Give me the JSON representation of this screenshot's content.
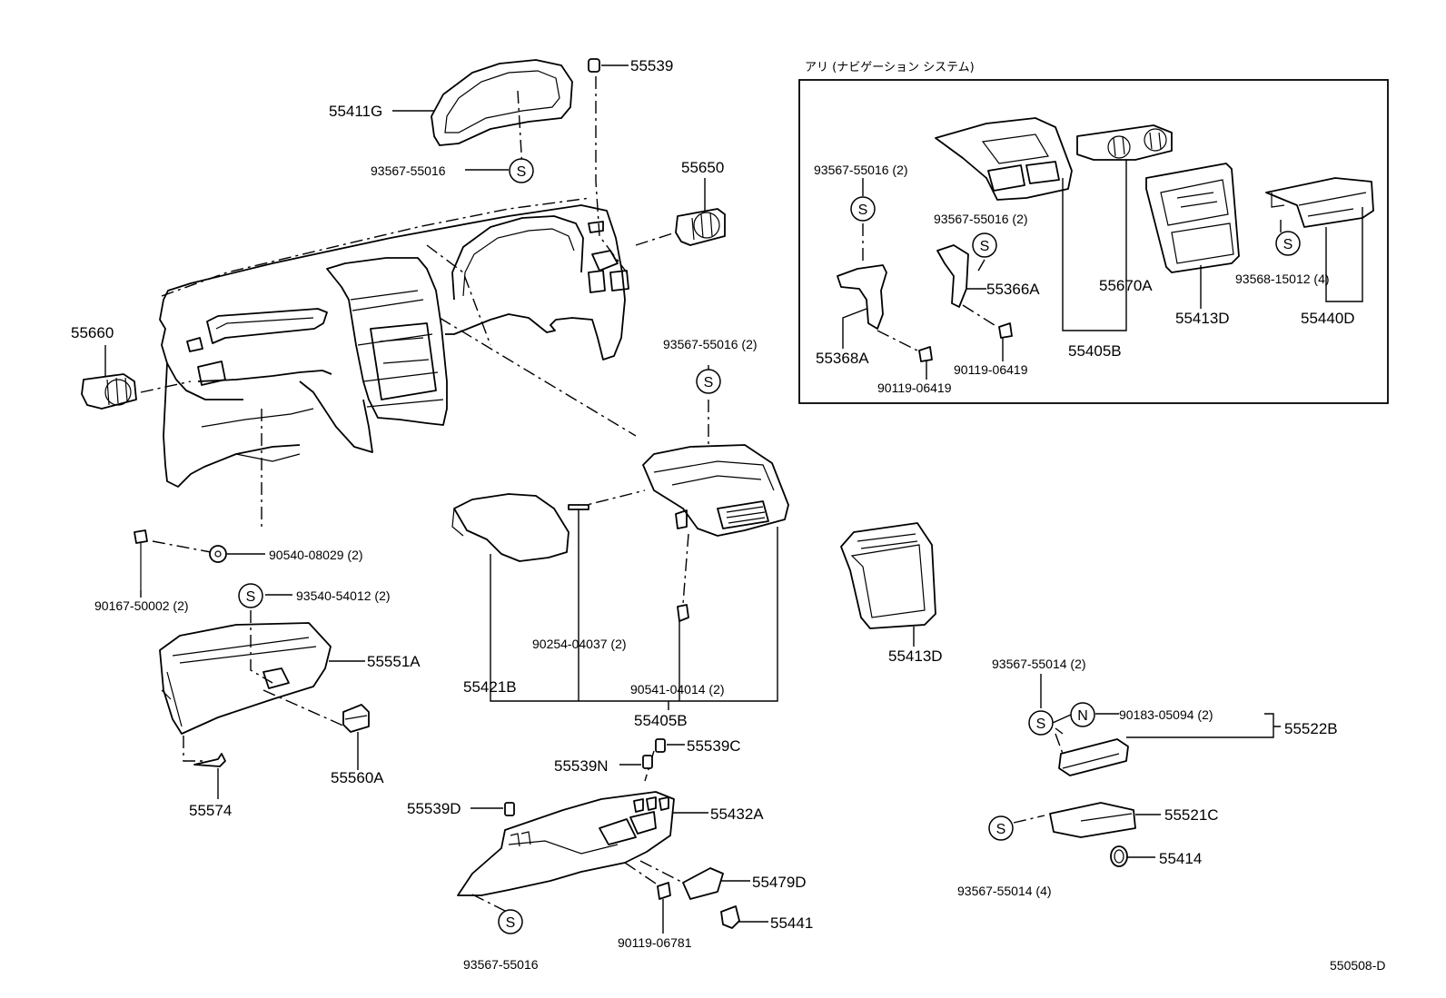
{
  "diagram_id": "550508-D",
  "navigation_section": {
    "title": "アリ (ナビゲーション システム)",
    "labels": [
      "93567-55016 (2)",
      "93567-55016 (2)",
      "55366A",
      "55670A",
      "55413D",
      "93568-15012 (4)",
      "55440D",
      "55368A",
      "90119-06419",
      "90119-06419",
      "55405B"
    ]
  },
  "symbols": {
    "screw": "S",
    "nut": "N"
  },
  "parts": {
    "p55411G": "55411G",
    "p55539_top": "55539",
    "p93567_55016_a": "93567-55016",
    "p55650": "55650",
    "p55660": "55660",
    "p90540": "90540-08029 (2)",
    "p90167": "90167-50002 (2)",
    "p93540": "93540-54012 (2)",
    "p55551A": "55551A",
    "p55560A": "55560A",
    "p55574": "55574",
    "p93567_55016_c": "93567-55016 (2)",
    "p55421B": "55421B",
    "p90254": "90254-04037 (2)",
    "p90541": "90541-04014 (2)",
    "p55405B": "55405B",
    "p55413D_main": "55413D",
    "p55539C": "55539C",
    "p55539N": "55539N",
    "p55539D": "55539D",
    "p55432A": "55432A",
    "p55479D": "55479D",
    "p55441": "55441",
    "p90119_06781": "90119-06781",
    "p93567_55016_b": "93567-55016",
    "p93567_55014_2": "93567-55014 (2)",
    "p90183": "90183-05094 (2)",
    "p55522B": "55522B",
    "p55521C": "55521C",
    "p55414": "55414",
    "p93567_55014_4": "93567-55014 (4)"
  }
}
